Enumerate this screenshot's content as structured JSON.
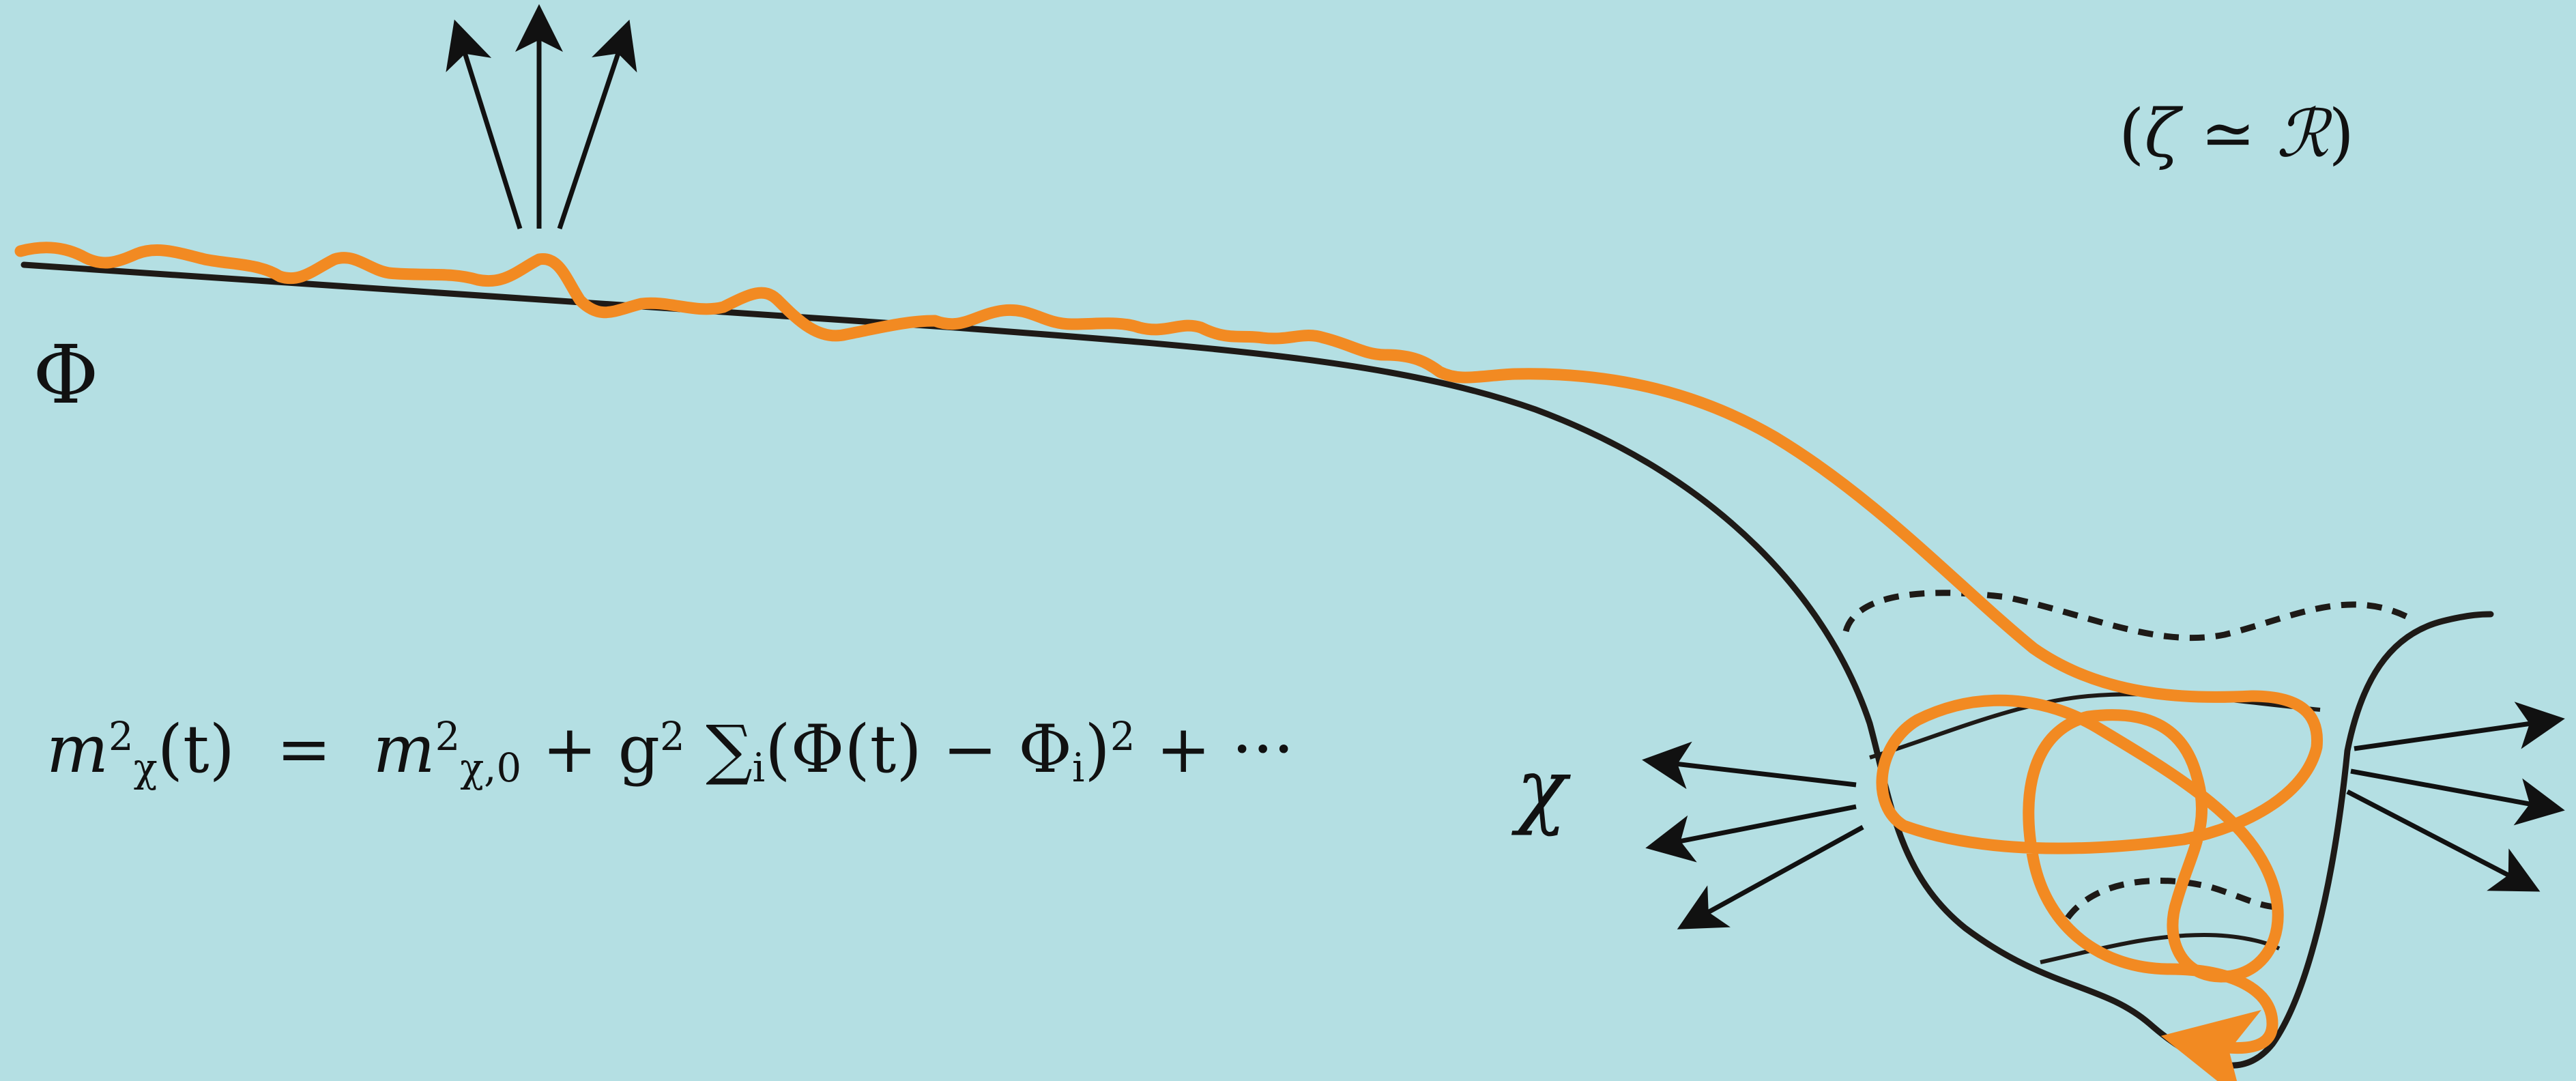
{
  "labels": {
    "phi": "Φ",
    "chi": "χ",
    "zeta_equiv": {
      "open": "(",
      "zeta": "ζ",
      "sim": " ≃ ",
      "R": "ℛ",
      "close": ")"
    }
  },
  "equation": {
    "m": "m",
    "sup2": "2",
    "sub_chi": "χ",
    "arg_t": "(t)",
    "equals": "  =  ",
    "m2": "m",
    "sup2b": "2",
    "sub_chi0": "χ,0",
    "plus_g": " + g",
    "sup2c": "2",
    "sum": " ∑",
    "sub_i": "i",
    "paren_expr": "(Φ(t) − Φ",
    "sub_i2": "i",
    "close": ")",
    "sup2d": "2",
    "tail": " + ···"
  },
  "colors": {
    "background": "#b4dfe3",
    "potential_curve": "#1e1a17",
    "field_trajectory": "#f28a22",
    "arrows": "#111111"
  }
}
